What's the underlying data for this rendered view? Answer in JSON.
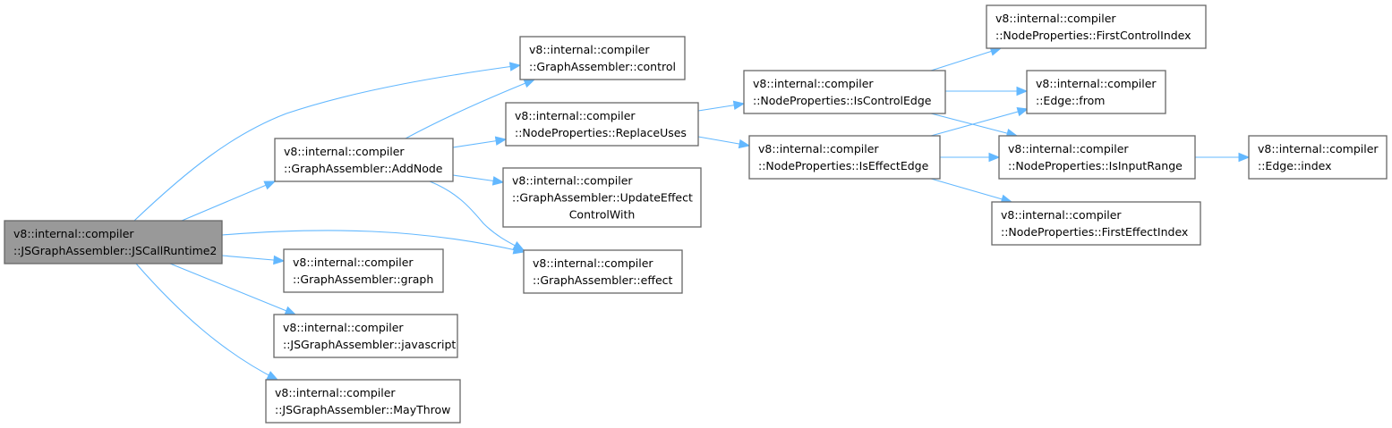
{
  "nodes": {
    "root": {
      "lines": [
        "v8::internal::compiler",
        "::JSGraphAssembler::JSCallRuntime2"
      ]
    },
    "ga_control": {
      "lines": [
        "v8::internal::compiler",
        "::GraphAssembler::control"
      ]
    },
    "ga_addnode": {
      "lines": [
        "v8::internal::compiler",
        "::GraphAssembler::AddNode"
      ]
    },
    "np_replaceuses": {
      "lines": [
        "v8::internal::compiler",
        "::NodeProperties::ReplaceUses"
      ]
    },
    "ga_updateeffect": {
      "lines": [
        "v8::internal::compiler",
        "::GraphAssembler::UpdateEffect",
        "ControlWith"
      ]
    },
    "ga_effect": {
      "lines": [
        "v8::internal::compiler",
        "::GraphAssembler::effect"
      ]
    },
    "ga_graph": {
      "lines": [
        "v8::internal::compiler",
        "::GraphAssembler::graph"
      ]
    },
    "jsga_javascript": {
      "lines": [
        "v8::internal::compiler",
        "::JSGraphAssembler::javascript"
      ]
    },
    "jsga_maythrow": {
      "lines": [
        "v8::internal::compiler",
        "::JSGraphAssembler::MayThrow"
      ]
    },
    "np_iscontroledge": {
      "lines": [
        "v8::internal::compiler",
        "::NodeProperties::IsControlEdge"
      ]
    },
    "np_iseffectedge": {
      "lines": [
        "v8::internal::compiler",
        "::NodeProperties::IsEffectEdge"
      ]
    },
    "np_firstcontrolindex": {
      "lines": [
        "v8::internal::compiler",
        "::NodeProperties::FirstControlIndex"
      ]
    },
    "edge_from": {
      "lines": [
        "v8::internal::compiler",
        "::Edge::from"
      ]
    },
    "np_isinputrange": {
      "lines": [
        "v8::internal::compiler",
        "::NodeProperties::IsInputRange"
      ]
    },
    "np_firsteffectindex": {
      "lines": [
        "v8::internal::compiler",
        "::NodeProperties::FirstEffectIndex"
      ]
    },
    "edge_index": {
      "lines": [
        "v8::internal::compiler",
        "::Edge::index"
      ]
    }
  },
  "edges": [
    [
      "root",
      "ga_control"
    ],
    [
      "root",
      "ga_addnode"
    ],
    [
      "root",
      "ga_effect"
    ],
    [
      "root",
      "ga_graph"
    ],
    [
      "root",
      "jsga_javascript"
    ],
    [
      "root",
      "jsga_maythrow"
    ],
    [
      "ga_addnode",
      "ga_control"
    ],
    [
      "ga_addnode",
      "np_replaceuses"
    ],
    [
      "ga_addnode",
      "ga_updateeffect"
    ],
    [
      "ga_addnode",
      "ga_effect"
    ],
    [
      "np_replaceuses",
      "np_iscontroledge"
    ],
    [
      "np_replaceuses",
      "np_iseffectedge"
    ],
    [
      "np_iscontroledge",
      "np_firstcontrolindex"
    ],
    [
      "np_iscontroledge",
      "edge_from"
    ],
    [
      "np_iscontroledge",
      "np_isinputrange"
    ],
    [
      "np_iseffectedge",
      "edge_from"
    ],
    [
      "np_iseffectedge",
      "np_isinputrange"
    ],
    [
      "np_iseffectedge",
      "np_firsteffectindex"
    ],
    [
      "np_isinputrange",
      "edge_index"
    ]
  ],
  "colors": {
    "edge": "#63b8ff",
    "node_border": "#666666",
    "root_fill": "#999999",
    "node_fill": "#ffffff"
  }
}
